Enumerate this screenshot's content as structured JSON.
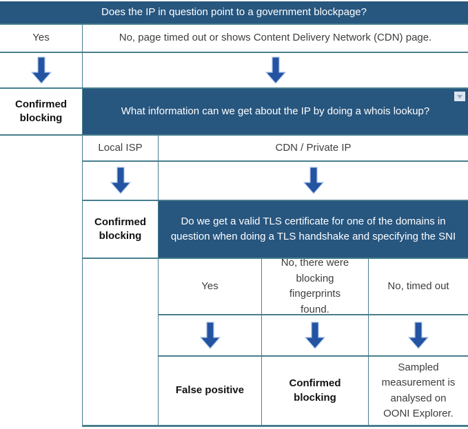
{
  "colors": {
    "header_bg": "#27567F",
    "header_text": "#FFFFFF",
    "arrow_fill": "#2353A1",
    "arrow_outline": "#A9C3E9",
    "border": "#477E8E",
    "body_text": "#3D3D3D",
    "bold_text": "#111111",
    "cell_bg": "#FFFFFF",
    "dropdown_bg": "#DCE6F1",
    "dropdown_arrow": "#93A5BC"
  },
  "icons": {
    "down_arrow": "down-arrow-icon",
    "dropdown": "dropdown-collapse-icon"
  },
  "flowchart": {
    "question_1": "Does the IP in question point to a government blockpage?",
    "q1_answer_yes": "Yes",
    "q1_answer_no": "No, page timed out or shows Content Delivery Network (CDN) page.",
    "q1_outcome_yes": "Confirmed blocking",
    "question_2": "What information can we get about the IP by doing a whois lookup?",
    "q2_answer_local_isp": "Local ISP",
    "q2_answer_cdn": "CDN / Private IP",
    "q2_outcome_local_isp": "Confirmed blocking",
    "question_3": "Do we get a valid TLS certificate for one of the domains in question when doing a TLS handshake and specifying the SNI",
    "q3_answer_yes": "Yes",
    "q3_answer_no_fingerprints": "No, there were blocking fingerprints found.",
    "q3_answer_no_timeout": "No, timed out",
    "q3_outcome_yes": "False positive",
    "q3_outcome_no_fingerprints": "Confirmed blocking",
    "q3_outcome_no_timeout": "Sampled measurement is analysed on OONI Explorer."
  }
}
